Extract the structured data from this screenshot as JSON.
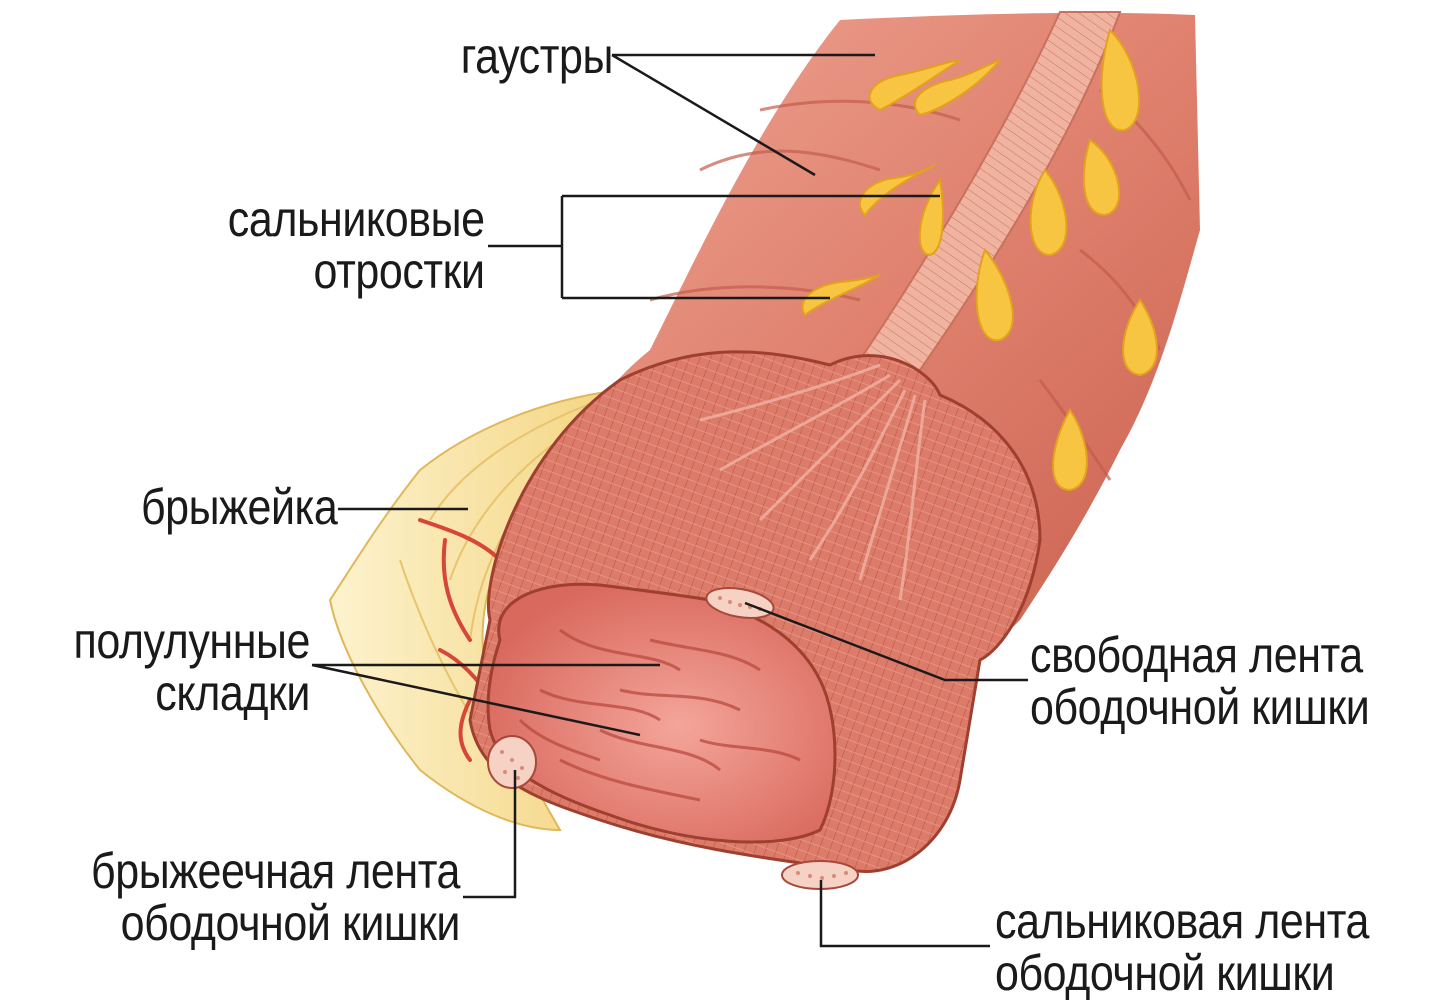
{
  "labels": {
    "haustra": "гаустры",
    "epiploic_line1": "сальниковые",
    "epiploic_line2": "отростки",
    "mesentery": "брыжейка",
    "semilunar_line1": "полулунные",
    "semilunar_line2": "складки",
    "mesocolic_line1": "брыжеечная лента",
    "mesocolic_line2": "ободочной кишки",
    "free_line1": "свободная лента",
    "free_line2": "ободочной кишки",
    "omental_line1": "сальниковая лента",
    "omental_line2": "ободочной кишки"
  },
  "colors": {
    "wall": "#e0826f",
    "wall_dark": "#c55a48",
    "wall_light": "#f0a898",
    "muscle": "#d97766",
    "lumen": "#e8837a",
    "fat": "#f7c542",
    "fat_edge": "#e2a21c",
    "taenia": "#f2b8a6",
    "vessel": "#d8453a",
    "mesentery_fat": "#f8e39a",
    "leader": "#1a1a1a"
  }
}
